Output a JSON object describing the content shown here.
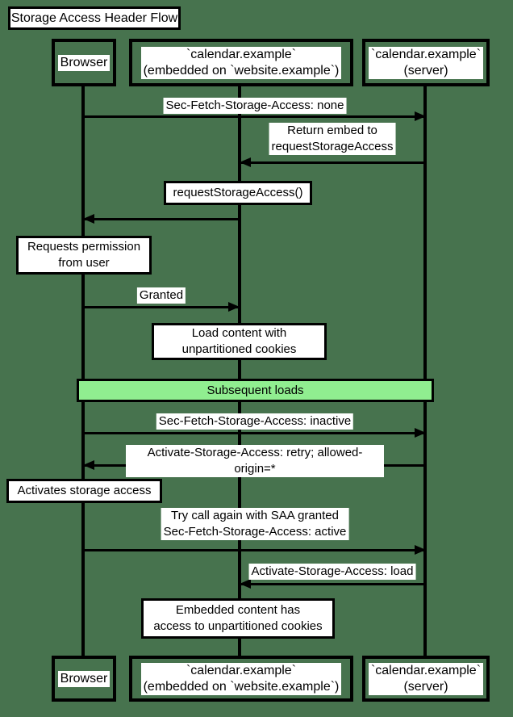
{
  "colors": {
    "background": "#47734E",
    "divider_fill": "#90EE90",
    "line": "#000000",
    "note_fill": "#FFFFFF"
  },
  "title": "Storage Access Header Flow",
  "participants": {
    "browser": "Browser",
    "embedded": "`calendar.example`\n(embedded on `website.example`)",
    "server": "`calendar.example`\n(server)"
  },
  "messages": [
    {
      "label": "Sec-Fetch-Storage-Access: none",
      "from": "browser",
      "to": "server"
    },
    {
      "label": "Return embed to\nrequestStorageAccess",
      "from": "server",
      "to": "embedded"
    },
    {
      "label": "requestStorageAccess()",
      "from": "embedded",
      "to": "browser",
      "label_style": "boxed"
    },
    {
      "label": "Granted",
      "from": "browser",
      "to": "embedded"
    },
    {
      "label": "Sec-Fetch-Storage-Access: inactive",
      "from": "browser",
      "to": "server"
    },
    {
      "label": "Activate-Storage-Access: retry; allowed-origin=*",
      "from": "server",
      "to": "browser"
    },
    {
      "label": "Try call again with SAA granted\nSec-Fetch-Storage-Access: active",
      "from": "browser",
      "to": "server"
    },
    {
      "label": "Activate-Storage-Access: load",
      "from": "server",
      "to": "embedded"
    }
  ],
  "notes": [
    {
      "text": "Requests permission\nfrom user",
      "anchor": "browser"
    },
    {
      "text": "Load content with\nunpartitioned cookies",
      "anchor": "embedded"
    },
    {
      "text": "Activates storage access",
      "anchor": "browser"
    },
    {
      "text": "Embedded content has\naccess to unpartitioned cookies",
      "anchor": "embedded"
    }
  ],
  "divider": {
    "label": "Subsequent loads"
  }
}
